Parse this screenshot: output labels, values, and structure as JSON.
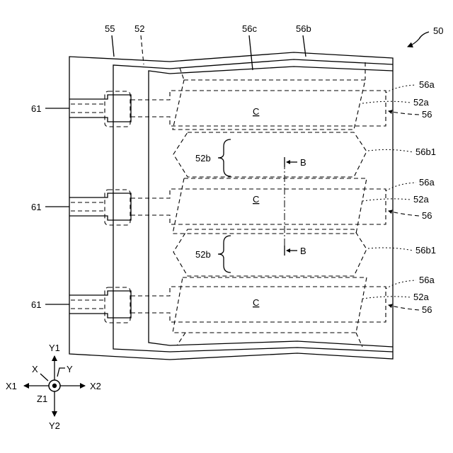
{
  "figure": {
    "ref": "50"
  },
  "top_refs": {
    "frame_55": "55",
    "frame_52": "52",
    "edge_56c": "56c",
    "edge_56b": "56b"
  },
  "connector_refs": [
    "61",
    "61",
    "61"
  ],
  "regions": [
    {
      "label": "C",
      "ref_56a": "56a",
      "ref_52a": "52a",
      "ref_56": "56"
    },
    {
      "label": "C",
      "ref_56a": "56a",
      "ref_52a": "52a",
      "ref_56": "56"
    },
    {
      "label": "C",
      "ref_56a": "56a",
      "ref_52a": "52a",
      "ref_56": "56"
    }
  ],
  "gaps": [
    {
      "label": "52b",
      "ref": "56b1"
    },
    {
      "label": "52b",
      "ref": "56b1"
    }
  ],
  "section_marks": [
    "B",
    "B"
  ],
  "axes": {
    "y1": "Y1",
    "x": "X",
    "y": "Y",
    "x1": "X1",
    "x2": "X2",
    "z1": "Z1",
    "y2": "Y2"
  }
}
